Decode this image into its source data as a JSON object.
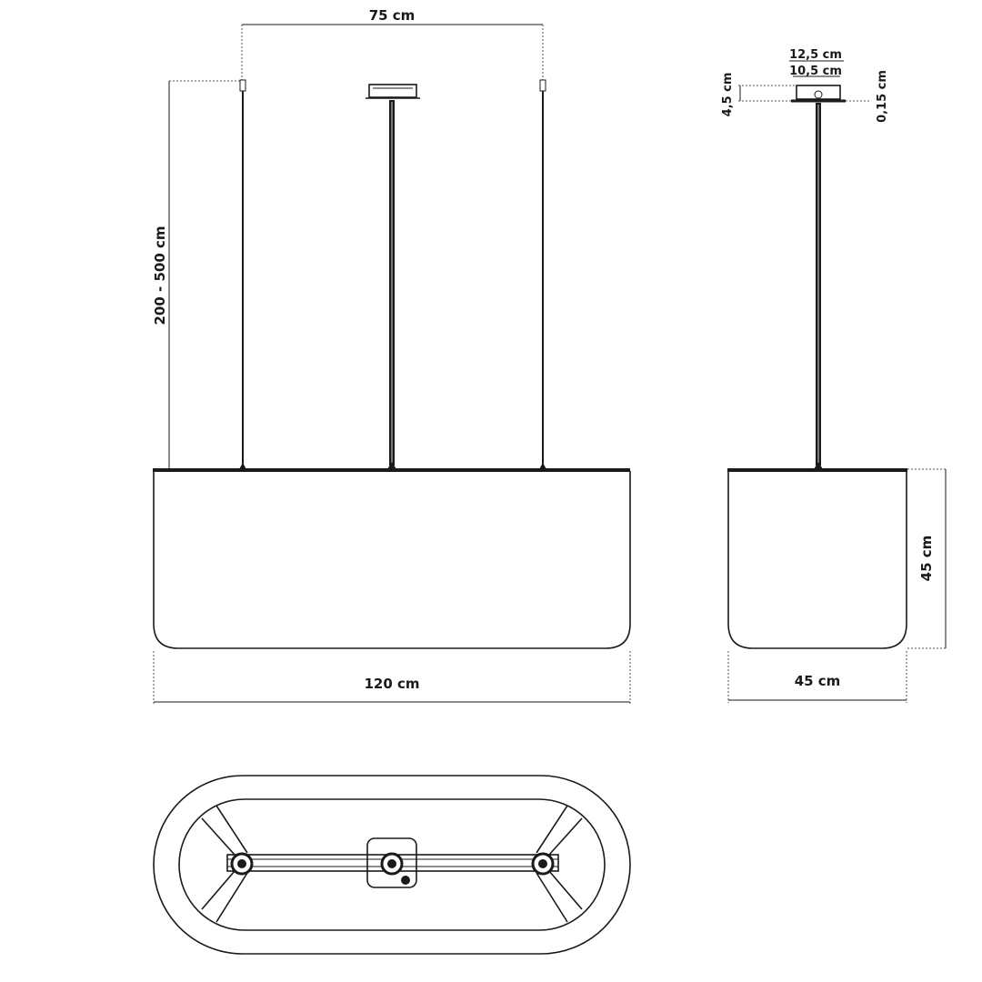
{
  "dimensions": {
    "cable_spacing": "75 cm",
    "suspension_length": "200 - 500 cm",
    "front_width": "120 cm",
    "side_width": "45 cm",
    "side_height": "45 cm",
    "canopy_outer": "12,5 cm",
    "canopy_inner": "10,5 cm",
    "canopy_height": "4,5 cm",
    "canopy_thickness": "0,15 cm"
  }
}
